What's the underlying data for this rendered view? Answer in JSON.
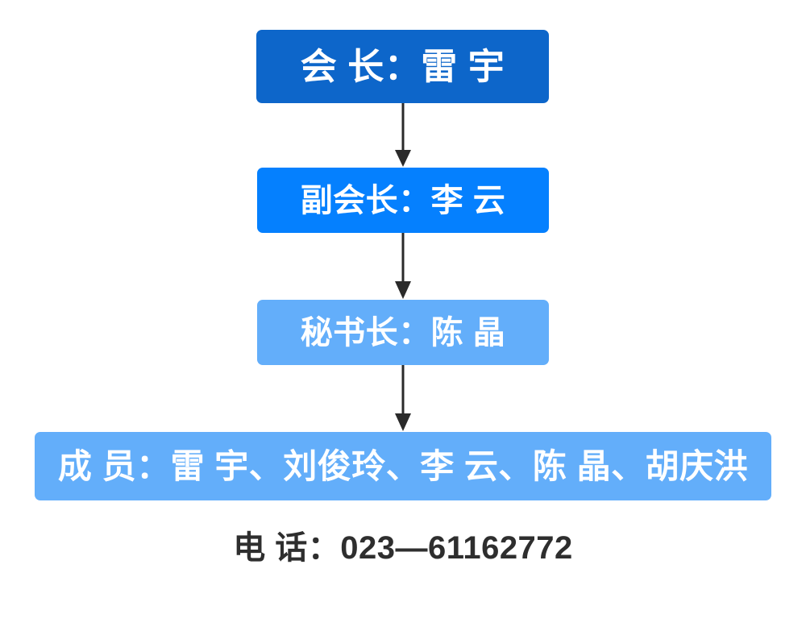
{
  "diagram": {
    "type": "organization-hierarchy-chart",
    "orientation": "top-to-bottom",
    "colors": {
      "level1": "#0d66ca",
      "level2": "#0580fe",
      "level3": "#63aefa",
      "level4": "#63aefa",
      "arrow": "#2a2a2a",
      "node_text": "#ffffff",
      "footer_text": "#2e2e2e",
      "background": "#ffffff"
    },
    "nodes": [
      {
        "id": "chairman",
        "label": "会 长：雷 宇"
      },
      {
        "id": "vice_chairman",
        "label": "副会长：李 云"
      },
      {
        "id": "secretary_general",
        "label": "秘书长：陈 晶"
      },
      {
        "id": "members",
        "label": "成 员：雷 宇、刘俊玲、李 云、陈 晶、胡庆洪"
      }
    ],
    "connectors": [
      {
        "id": "c1",
        "from": "chairman",
        "to": "vice_chairman",
        "arrow": "down-arrow-icon"
      },
      {
        "id": "c2",
        "from": "vice_chairman",
        "to": "secretary_general",
        "arrow": "down-arrow-icon"
      },
      {
        "id": "c3",
        "from": "secretary_general",
        "to": "members",
        "arrow": "down-arrow-icon"
      }
    ],
    "footer": {
      "phone": "电 话：023—61162772"
    }
  }
}
